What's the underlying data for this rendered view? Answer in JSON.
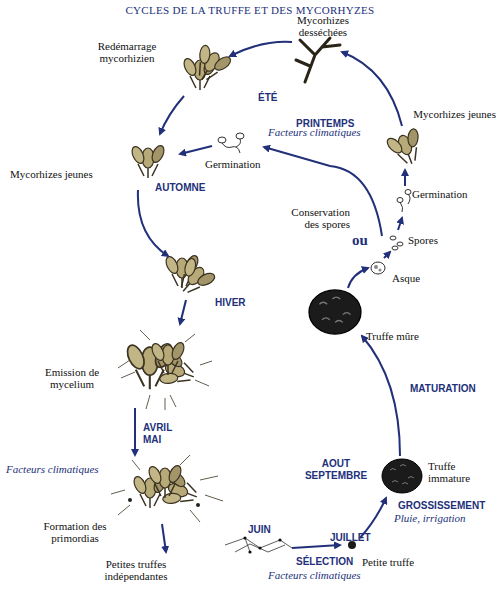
{
  "diagram": {
    "title": "CYCLES DE LA TRUFFE ET DES MYCORHYZES",
    "labels": [
      "Mycorhizes desséchées",
      "Redémarrage mycorhizien",
      "ÉTÉ",
      "PRINTEMPS",
      "Mycorhizes jeunes",
      "Mycorhizes jeunes",
      "Germination",
      "AUTOMNE",
      "Facteurs climatiques",
      "Germination",
      "Conservation des spores",
      "ou",
      "Spores",
      "Asque",
      "HIVER",
      "Truffe mûre",
      "Emission de mycelium",
      "MATURATION",
      "AVRIL MAI",
      "Facteurs climatiques",
      "Formation des primordias",
      "AOUT SEPTEMBRE",
      "Truffe immature",
      "GROSSISSEMENT",
      "Pluie, irrigation",
      "JUIN",
      "JUILLET",
      "Petites truffes indépendantes",
      "Petite truffe",
      "SÉLECTION",
      "Facteurs climatiques"
    ]
  }
}
